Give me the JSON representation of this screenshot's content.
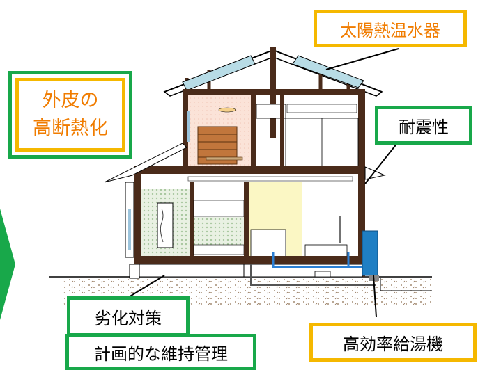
{
  "labels": {
    "solar_water_heater": "太陽熱温水器",
    "insulation_line1": "外皮の",
    "insulation_line2": "高断熱化",
    "earthquake_resistance": "耐震性",
    "degradation_measures": "劣化対策",
    "planned_maintenance": "計画的な維持管理",
    "high_efficiency_water_heater": "高効率給湯機"
  },
  "colors": {
    "orange_border": "#f5b800",
    "orange_text": "#f07c00",
    "green_border": "#18a84a",
    "arrow_green": "#18a84a"
  }
}
